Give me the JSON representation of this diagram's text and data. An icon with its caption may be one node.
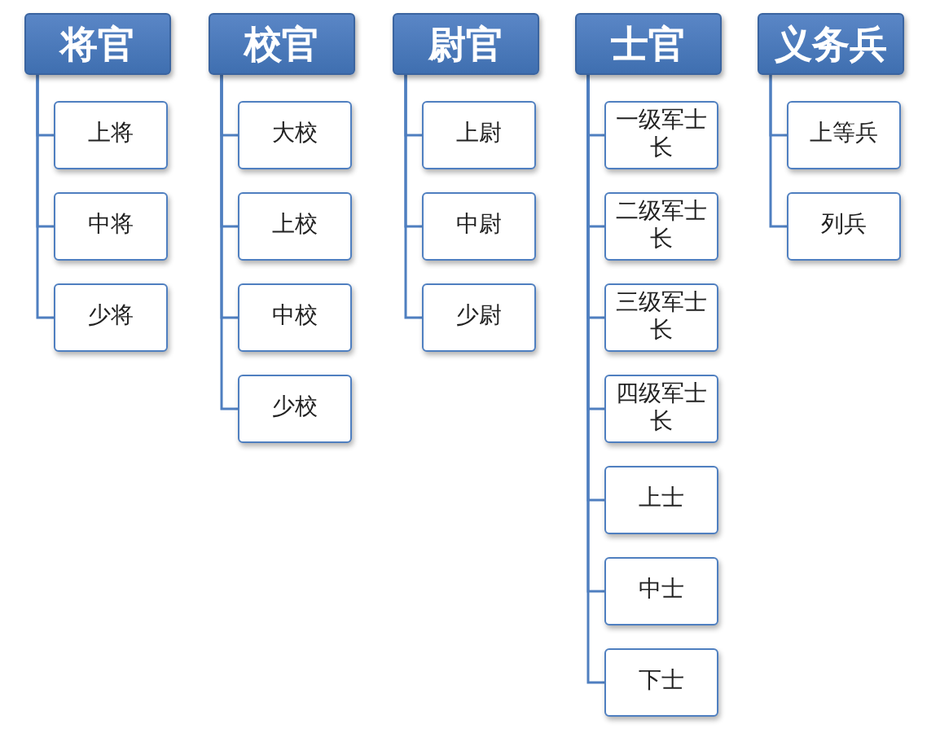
{
  "diagram": {
    "nodes": [
      {
        "text": [
          "将官"
        ]
      },
      {
        "text": [
          "上将"
        ]
      },
      {
        "text": [
          "中将"
        ]
      },
      {
        "text": [
          "少将"
        ]
      },
      {
        "text": [
          "校官"
        ]
      },
      {
        "text": [
          "大校"
        ]
      },
      {
        "text": [
          "上校"
        ]
      },
      {
        "text": [
          "中校"
        ]
      },
      {
        "text": [
          "少校"
        ]
      },
      {
        "text": [
          "尉官"
        ]
      },
      {
        "text": [
          "上尉"
        ]
      },
      {
        "text": [
          "中尉"
        ]
      },
      {
        "text": [
          "少尉"
        ]
      },
      {
        "text": [
          "士官"
        ]
      },
      {
        "text": [
          "一级军士长"
        ]
      },
      {
        "text": [
          "二级军士长"
        ]
      },
      {
        "text": [
          "三级军士长"
        ]
      },
      {
        "text": [
          "四级军士长"
        ]
      },
      {
        "text": [
          "上士"
        ]
      },
      {
        "text": [
          "中士"
        ]
      },
      {
        "text": [
          "下士"
        ]
      },
      {
        "text": [
          "义务兵"
        ]
      },
      {
        "text": [
          "上等兵"
        ]
      },
      {
        "text": [
          "列兵"
        ]
      }
    ],
    "edges": [
      {
        "from": 0,
        "to": 1,
        "arrow": "none"
      },
      {
        "from": 0,
        "to": 2,
        "arrow": "none"
      },
      {
        "from": 0,
        "to": 3,
        "arrow": "none"
      },
      {
        "from": 4,
        "to": 5,
        "arrow": "none"
      },
      {
        "from": 4,
        "to": 6,
        "arrow": "none"
      },
      {
        "from": 4,
        "to": 7,
        "arrow": "none"
      },
      {
        "from": 4,
        "to": 8,
        "arrow": "none"
      },
      {
        "from": 9,
        "to": 10,
        "arrow": "none"
      },
      {
        "from": 9,
        "to": 11,
        "arrow": "none"
      },
      {
        "from": 9,
        "to": 12,
        "arrow": "none"
      },
      {
        "from": 13,
        "to": 14,
        "arrow": "none"
      },
      {
        "from": 13,
        "to": 15,
        "arrow": "none"
      },
      {
        "from": 13,
        "to": 16,
        "arrow": "none"
      },
      {
        "from": 13,
        "to": 17,
        "arrow": "none"
      },
      {
        "from": 13,
        "to": 18,
        "arrow": "none"
      },
      {
        "from": 13,
        "to": 19,
        "arrow": "none"
      },
      {
        "from": 13,
        "to": 20,
        "arrow": "none"
      },
      {
        "from": 21,
        "to": 22,
        "arrow": "none"
      },
      {
        "from": 21,
        "to": 23,
        "arrow": "none"
      }
    ]
  }
}
